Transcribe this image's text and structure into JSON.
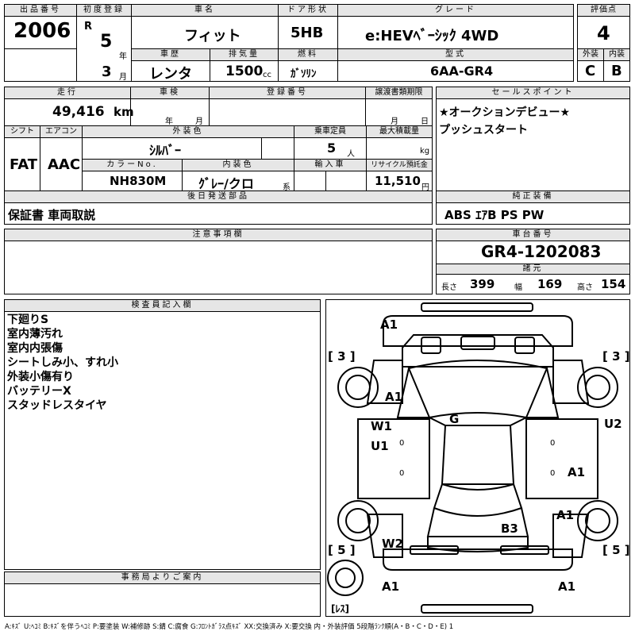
{
  "row1": {
    "lot_no_h": "出品番号",
    "lot_no": "2006",
    "reg_h": "初度登録",
    "era": "R",
    "reg_year": "5",
    "year_unit": "年",
    "reg_month": "3",
    "month_unit": "月",
    "model_h": "車名",
    "model": "フィット",
    "door_h": "ドア形状",
    "door": "5HB",
    "grade_h": "グレード",
    "grade": "e:HEVﾍﾞｰｼｯｸ 4WD",
    "score_h": "評価点",
    "score": "4",
    "history_h": "車歴",
    "history": "レンタ",
    "disp_h": "排気量",
    "disp": "1500",
    "disp_unit": "cc",
    "fuel_h": "燃料",
    "fuel": "ｶﾞｿﾘﾝ",
    "type_h": "型式",
    "type": "6AA-GR4",
    "ext_h": "外装",
    "ext": "C",
    "int_h": "内装",
    "int": "B"
  },
  "row2": {
    "mileage_h": "走行",
    "mileage": "49,416",
    "mileage_unit": "km",
    "inspect_h": "車検",
    "year_unit": "年",
    "month_unit": "月",
    "plate_h": "登録番号",
    "transfer_h": "譲渡書類期限",
    "transfer_month": "月",
    "transfer_day": "日",
    "shift_h": "シフト",
    "shift": "FAT",
    "ac_h": "エアコン",
    "ac": "AAC",
    "color_h": "外装色",
    "color": "ｼﾙﾊﾞｰ",
    "capacity_h": "乗車定員",
    "capacity": "5",
    "capacity_unit": "人",
    "load_h": "最大積載量",
    "load_unit": "kg",
    "colorno_h": "カラーNo.",
    "colorno": "NH830M",
    "intcolor_h": "内装色",
    "intcolor": "ｸﾞﾚｰ/クロ",
    "intcolor_unit": "系",
    "import_h": "輸入車",
    "recycle_h": "リサイクル預託金",
    "recycle": "11,510",
    "recycle_unit": "円"
  },
  "sales": {
    "header": "セールスポイント",
    "lines": [
      "★オークションデビュー★",
      "プッシュスタート"
    ]
  },
  "later": {
    "header": "後日発送部品",
    "value": "保証書 車両取説"
  },
  "equip": {
    "header": "純正装備",
    "value": "ABS ｴｱB PS PW"
  },
  "notes": {
    "header": "注意事項欄"
  },
  "chassis": {
    "header": "車台番号",
    "value": "GR4-1202083",
    "spec_h": "諸元",
    "len_l": "長さ",
    "len": "399",
    "wid_l": "幅",
    "wid": "169",
    "hei_l": "高さ",
    "hei": "154"
  },
  "inspector": {
    "header": "検査員記入欄",
    "lines": [
      "下廻りS",
      "室内薄汚れ",
      "室内内張傷",
      "シートしみ小、すれ小",
      "外装小傷有り",
      "バッテリーX",
      "スタッドレスタイヤ"
    ]
  },
  "office": {
    "header": "事務局よりご案内"
  },
  "diagram": {
    "marks": [
      "A1",
      "A1",
      "W1",
      "U1",
      "G",
      "U2",
      "A1",
      "A1",
      "B3",
      "W2",
      "A1",
      "A1"
    ],
    "tire_fl": "[ 3 ]",
    "tire_fr": "[ 3 ]",
    "tire_rl": "[ 5 ]",
    "tire_rr": "[ 5 ]",
    "spare": "[ﾚｽ]",
    "zeros": [
      "0",
      "0",
      "0",
      "0"
    ]
  },
  "legend": "A:ｷｽﾞ U:ﾍｺﾐ B:ｷｽﾞを伴うﾍｺﾐ P:要塗装 W:補修跡 S:錆 C:腐食 G:ﾌﾛﾝﾄｶﾞﾗｽ点ｷｽﾞ XX:交換済み X:要交換 内・外装評価 5段階ﾗﾝｸ順(A・B・C・D・E) 1"
}
